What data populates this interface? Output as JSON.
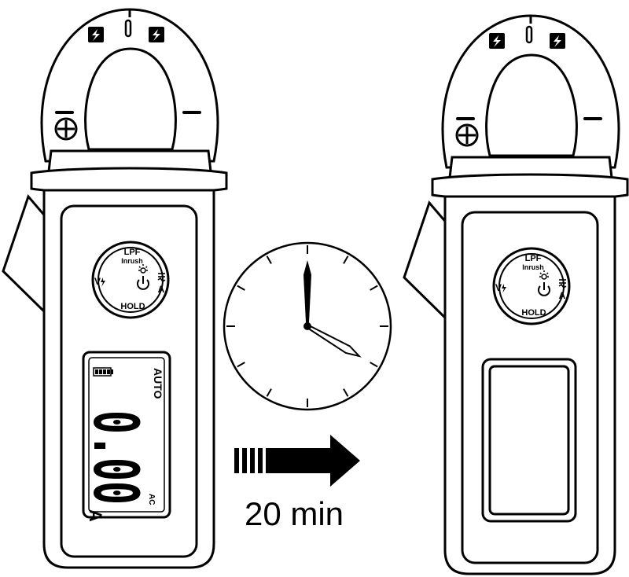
{
  "meter_on": {
    "dial": {
      "top_label": "LPF",
      "top_sub_label": "Inrush",
      "left_label": "V",
      "right_label": "A",
      "bottom_label": "HOLD"
    },
    "display": {
      "mode_label": "AUTO",
      "reading": "0.00",
      "unit": "A",
      "ac_symbol": "AC"
    }
  },
  "meter_off": {
    "dial": {
      "top_label": "LPF",
      "top_sub_label": "Inrush",
      "left_label": "V",
      "right_label": "A",
      "bottom_label": "HOLD"
    }
  },
  "transition": {
    "duration_label": "20 min"
  },
  "clock": {
    "hour": 4,
    "minute": 0
  },
  "colors": {
    "ink": "#000000",
    "paper": "#ffffff"
  }
}
